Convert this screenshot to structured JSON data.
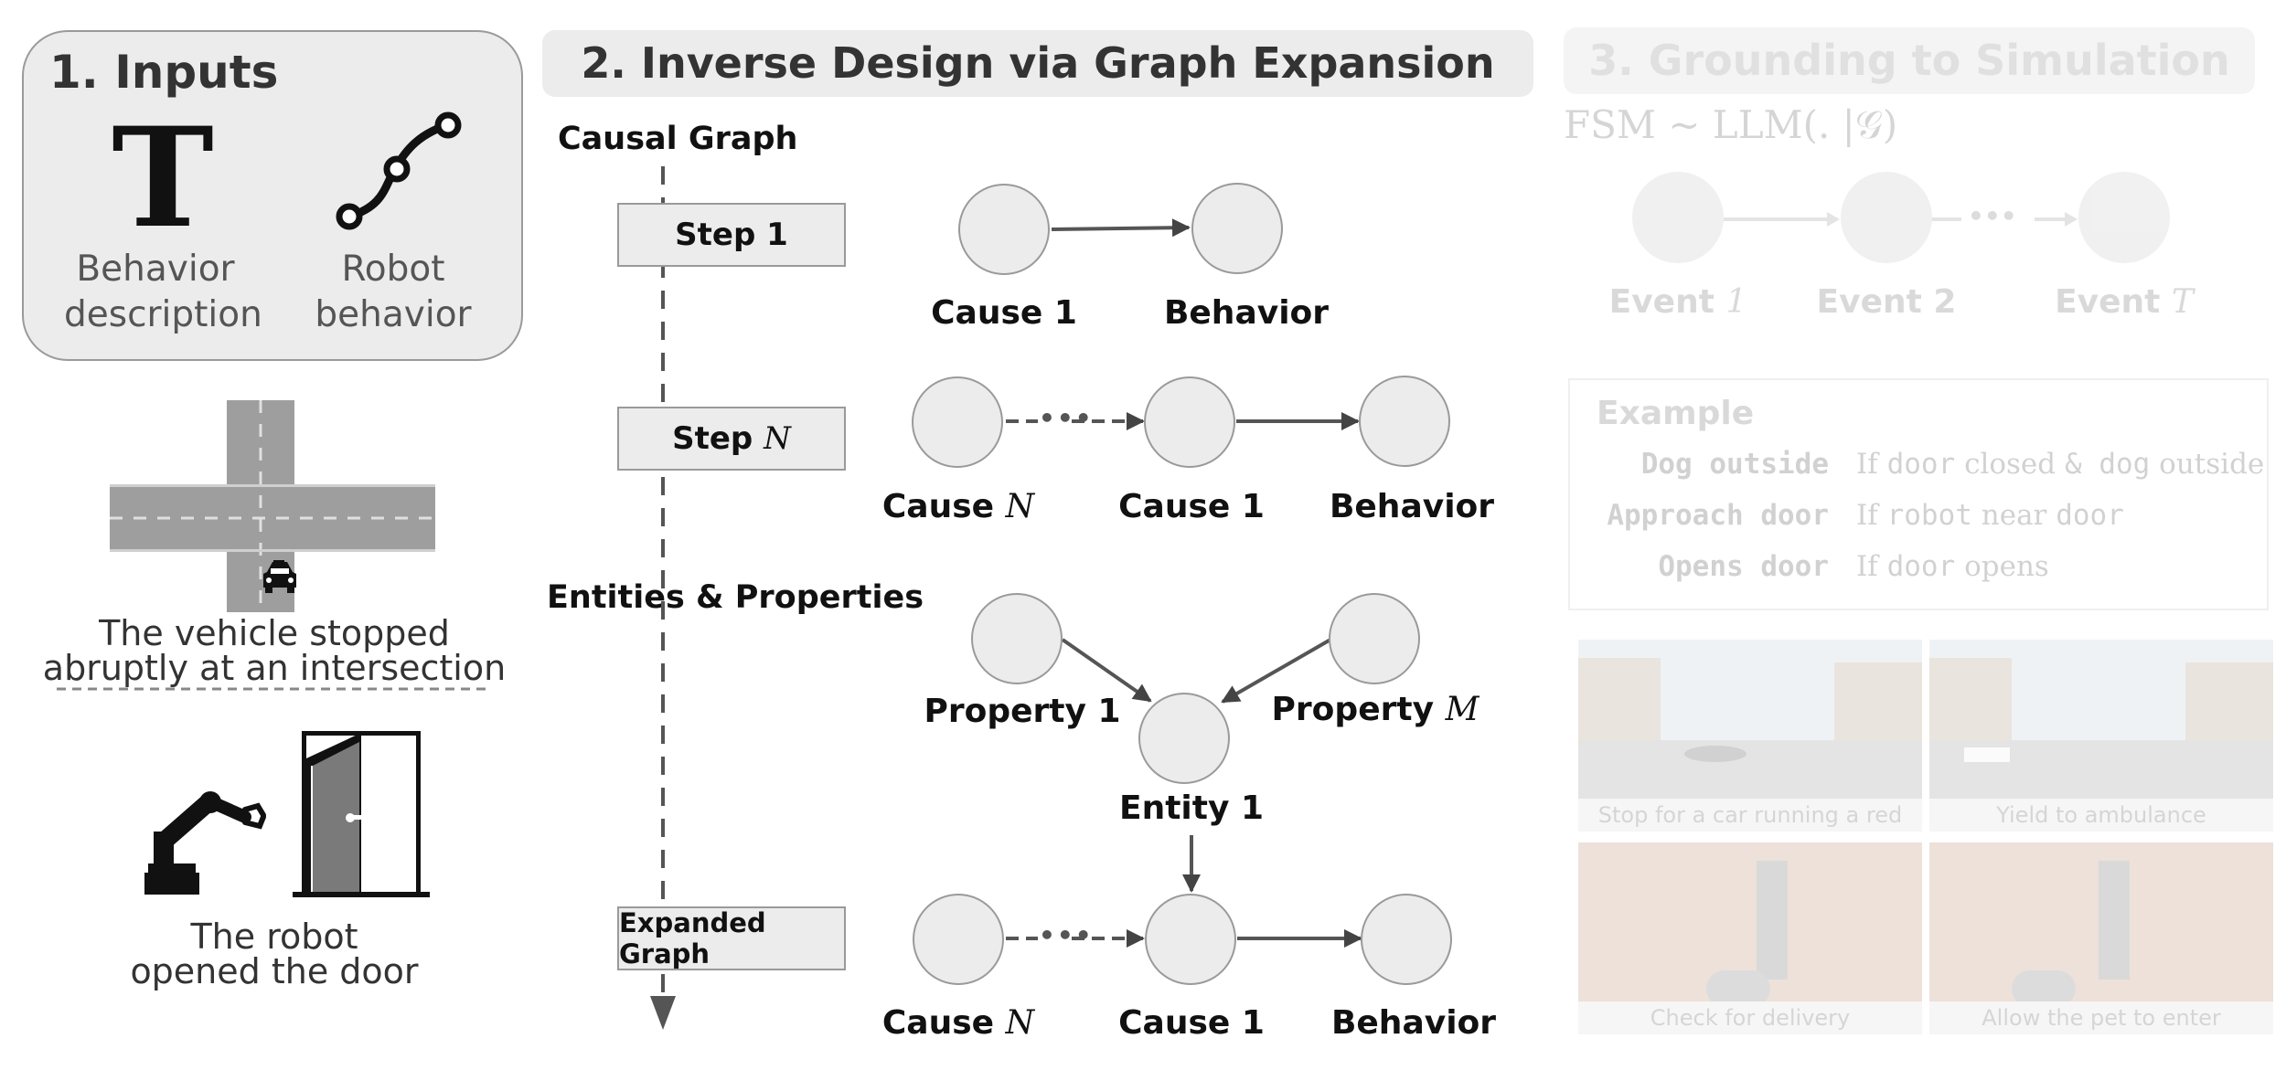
{
  "panel1": {
    "title": "1. Inputs",
    "text_icon_glyph": "T",
    "inputs": [
      {
        "label_line1": "Behavior",
        "label_line2": "description",
        "icon": "text-T-icon"
      },
      {
        "label_line1": "Robot",
        "label_line2": "behavior",
        "icon": "trajectory-icon"
      }
    ],
    "examples": [
      {
        "caption_line1": "The vehicle stopped",
        "caption_line2": "abruptly at an intersection",
        "icon": "intersection-taxi-icon"
      },
      {
        "caption_line1": "The robot",
        "caption_line2": "opened the door",
        "icon": "robot-arm-door-icon"
      }
    ]
  },
  "panel2": {
    "title": "2. Inverse Design via Graph Expansion",
    "causal_graph_label": "Causal Graph",
    "entities_label": "Entities & Properties",
    "steps": {
      "step1": "Step 1",
      "stepN_prefix": "Step ",
      "stepN_var": "N",
      "expanded": "Expanded Graph"
    },
    "nodes": {
      "cause1": "Cause 1",
      "behavior": "Behavior",
      "causeN_prefix": "Cause ",
      "causeN_var": "N",
      "property1": "Property 1",
      "propertyM_prefix": "Property ",
      "propertyM_var": "M",
      "entity1": "Entity 1",
      "ellipsis": "•••"
    }
  },
  "panel3": {
    "title": "3. Grounding to Simulation",
    "formula": "FSM ∼ LLM(. |𝒢)",
    "events": [
      {
        "prefix": "Event ",
        "var": "1"
      },
      {
        "prefix": "Event 2",
        "var": ""
      },
      {
        "prefix": "Event ",
        "var": "T"
      }
    ],
    "ellipsis": "•••",
    "example": {
      "title": "Example",
      "rows": [
        {
          "event": "Dog outside",
          "if": "If ",
          "a": "door",
          "b": " closed ",
          "c": "&",
          "d": " dog",
          "e": " outside"
        },
        {
          "event": "Approach door",
          "if": "If ",
          "a": "robot",
          "b": " near ",
          "c": "door",
          "d": "",
          "e": ""
        },
        {
          "event": "Opens door",
          "if": "If ",
          "a": "door",
          "b": " opens",
          "c": "",
          "d": "",
          "e": ""
        }
      ]
    },
    "scenes": [
      "Stop for a car running a red light",
      "Yield to ambulance",
      "Check for delivery",
      "Allow the pet to enter"
    ]
  }
}
